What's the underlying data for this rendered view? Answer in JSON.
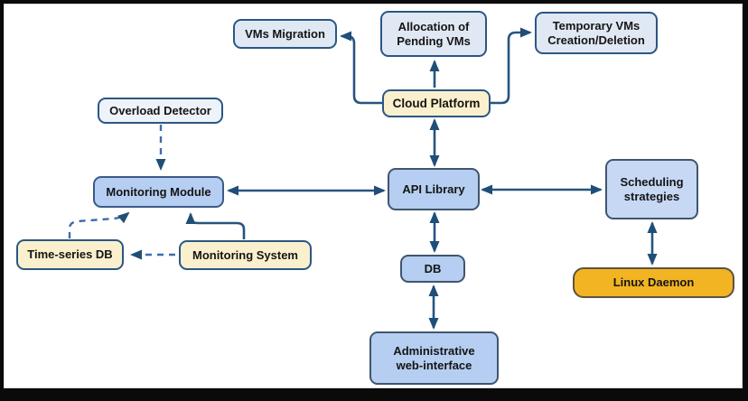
{
  "colors": {
    "frame": "#0a0a0a",
    "background": "#ffffff",
    "box_border_navy": "#2a5784",
    "box_border_slate": "#40556e",
    "box_fill_light_gray_blue": "#e0e8f3",
    "box_fill_pale": "#eef2f9",
    "box_fill_blue": "#b5cef1",
    "box_fill_cream": "#fbf0cd",
    "box_fill_gold": "#f2b422",
    "arrow_solid": "#27547f",
    "arrow_dashed": "#3e6cac",
    "arrowhead": "#1f4e79"
  },
  "nodes": {
    "vms_migration": {
      "label": "VMs Migration"
    },
    "allocation_pending": {
      "label": "Allocation of\nPending VMs"
    },
    "temporary_vms": {
      "label": "Temporary VMs\nCreation/Deletion"
    },
    "cloud_platform": {
      "label": "Cloud Platform"
    },
    "overload_detector": {
      "label": "Overload Detector"
    },
    "monitoring_module": {
      "label": "Monitoring Module"
    },
    "api_library": {
      "label": "API Library"
    },
    "scheduling_strategies": {
      "label": "Scheduling\nstrategies"
    },
    "time_series_db": {
      "label": "Time-series DB"
    },
    "monitoring_system": {
      "label": "Monitoring System"
    },
    "db": {
      "label": "DB"
    },
    "linux_daemon": {
      "label": "Linux Daemon"
    },
    "admin_web_interface": {
      "label": "Administrative\nweb-interface"
    }
  },
  "edges": [
    {
      "from": "cloud_platform",
      "to": "vms_migration",
      "style": "solid",
      "direction": "one-way"
    },
    {
      "from": "cloud_platform",
      "to": "allocation_pending",
      "style": "solid",
      "direction": "one-way"
    },
    {
      "from": "cloud_platform",
      "to": "temporary_vms",
      "style": "solid",
      "direction": "one-way"
    },
    {
      "from": "cloud_platform",
      "to": "api_library",
      "style": "solid",
      "direction": "two-way"
    },
    {
      "from": "overload_detector",
      "to": "monitoring_module",
      "style": "dashed",
      "direction": "one-way"
    },
    {
      "from": "time_series_db",
      "to": "monitoring_module",
      "style": "dashed",
      "direction": "one-way"
    },
    {
      "from": "monitoring_system",
      "to": "time_series_db",
      "style": "dashed",
      "direction": "one-way"
    },
    {
      "from": "monitoring_system",
      "to": "monitoring_module",
      "style": "solid",
      "direction": "one-way"
    },
    {
      "from": "monitoring_module",
      "to": "api_library",
      "style": "solid",
      "direction": "two-way"
    },
    {
      "from": "api_library",
      "to": "scheduling_strategies",
      "style": "solid",
      "direction": "two-way"
    },
    {
      "from": "api_library",
      "to": "db",
      "style": "solid",
      "direction": "two-way"
    },
    {
      "from": "db",
      "to": "admin_web_interface",
      "style": "solid",
      "direction": "two-way"
    },
    {
      "from": "scheduling_strategies",
      "to": "linux_daemon",
      "style": "solid",
      "direction": "two-way"
    }
  ]
}
